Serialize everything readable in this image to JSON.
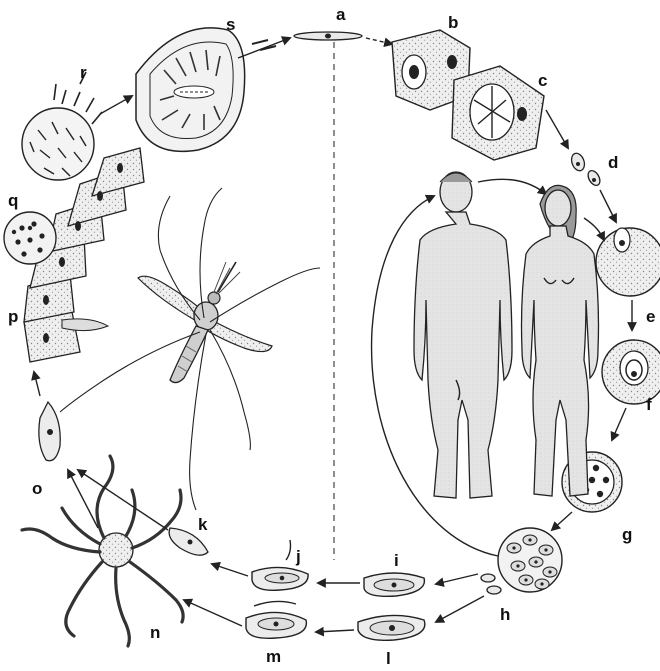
{
  "diagram": {
    "stage_labels": [
      "a",
      "b",
      "c",
      "d",
      "e",
      "f",
      "g",
      "h",
      "i",
      "j",
      "k",
      "l",
      "m",
      "n",
      "o",
      "p",
      "q",
      "r",
      "s"
    ]
  },
  "icons": {
    "mosquito": "mosquito-icon",
    "male_human": "human-male-icon",
    "female_human": "human-female-icon"
  }
}
